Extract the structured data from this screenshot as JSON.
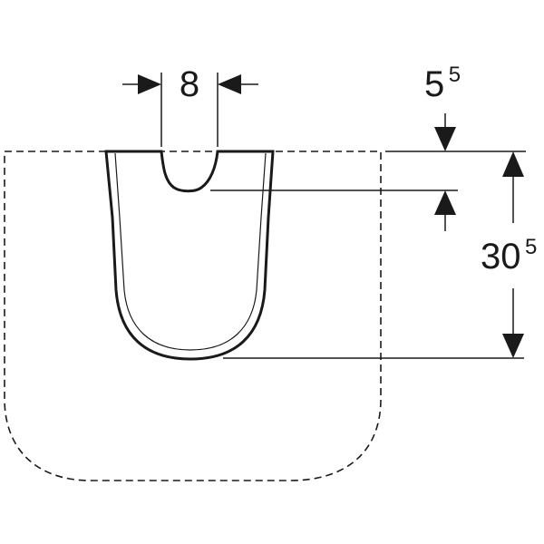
{
  "diagram": {
    "type": "technical-dimension-drawing",
    "subject": "pedestal / half column below washbasin",
    "colors": {
      "line": "#1a1a1a",
      "background": "#ffffff"
    },
    "dimensions": {
      "notch_width": {
        "main": "8",
        "sup": ""
      },
      "notch_depth": {
        "main": "5",
        "sup": "5"
      },
      "total_height": {
        "main": "30",
        "sup": "5"
      }
    },
    "outlines": {
      "basin": "dashed",
      "pedestal": "solid double line"
    }
  }
}
